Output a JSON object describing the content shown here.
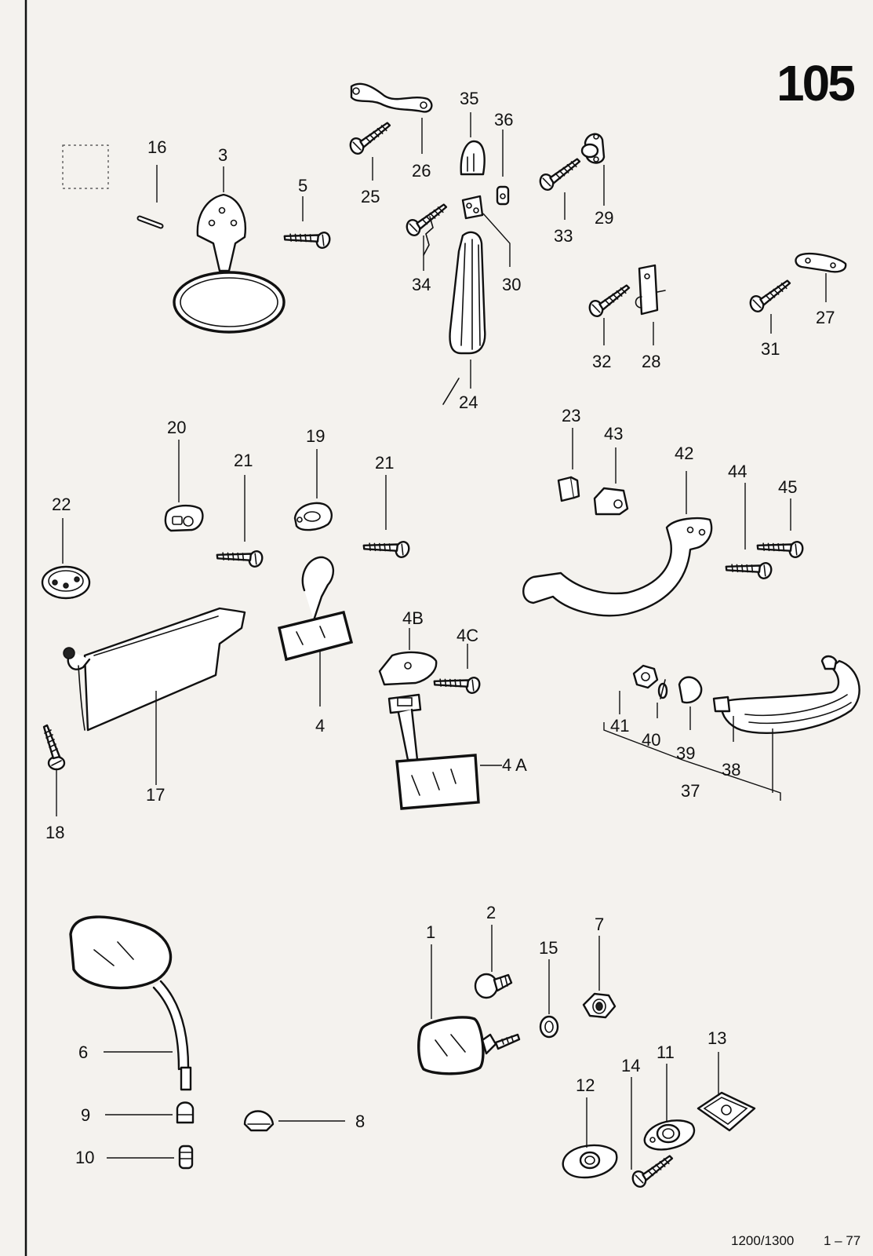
{
  "page": {
    "number": "105",
    "footer_model": "1200/1300",
    "footer_date": "1 – 77"
  },
  "labels": {
    "l1": "1",
    "l2": "2",
    "l3": "3",
    "l4": "4",
    "l4a": "4 A",
    "l4b": "4B",
    "l4c": "4C",
    "l5": "5",
    "l6": "6",
    "l7": "7",
    "l8": "8",
    "l9": "9",
    "l10": "10",
    "l11": "11",
    "l12": "12",
    "l13": "13",
    "l14": "14",
    "l15": "15",
    "l16": "16",
    "l17": "17",
    "l18": "18",
    "l19": "19",
    "l20": "20",
    "l21a": "21",
    "l21b": "21",
    "l22": "22",
    "l23": "23",
    "l24": "24",
    "l25": "25",
    "l26": "26",
    "l27": "27",
    "l28": "28",
    "l29": "29",
    "l30": "30",
    "l31": "31",
    "l32": "32",
    "l33": "33",
    "l34": "34",
    "l35": "35",
    "l36": "36",
    "l37": "37",
    "l38": "38",
    "l39": "39",
    "l40": "40",
    "l41": "41",
    "l42": "42",
    "l43": "43",
    "l44": "44",
    "l45": "45"
  }
}
